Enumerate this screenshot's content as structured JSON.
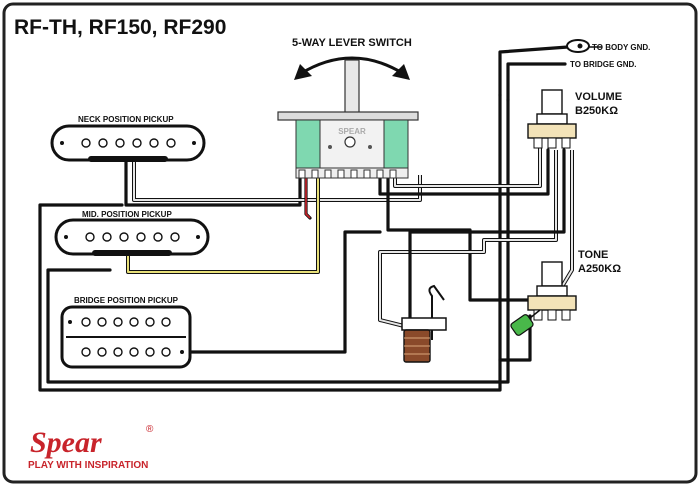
{
  "title": "RF-TH, RF150, RF290",
  "switch": {
    "label": "5-WAY LEVER SWITCH",
    "brand_text": "SPEAR"
  },
  "pickups": {
    "neck_label": "NECK POSITION PICKUP",
    "mid_label": "MID. POSITION PICKUP",
    "bridge_label": "BRIDGE POSITION PICKUP"
  },
  "ground_labels": {
    "body": "TO BODY GND.",
    "bridge": "TO BRIDGE GND."
  },
  "volume_pot": {
    "label": "VOLUME",
    "value": "B250KΩ"
  },
  "tone_pot": {
    "label": "TONE",
    "value": "A250KΩ"
  },
  "logo": {
    "brand": "Spear",
    "registered_mark": "®",
    "tagline": "PLAY WITH INSPIRATION"
  },
  "colors": {
    "switch_green": "#7fd8b0",
    "logo_red": "#c8242b",
    "capacitor_green": "#49b84a",
    "yellow_wire": "#e8e07a",
    "jack_brown": "#8a4a2a"
  }
}
